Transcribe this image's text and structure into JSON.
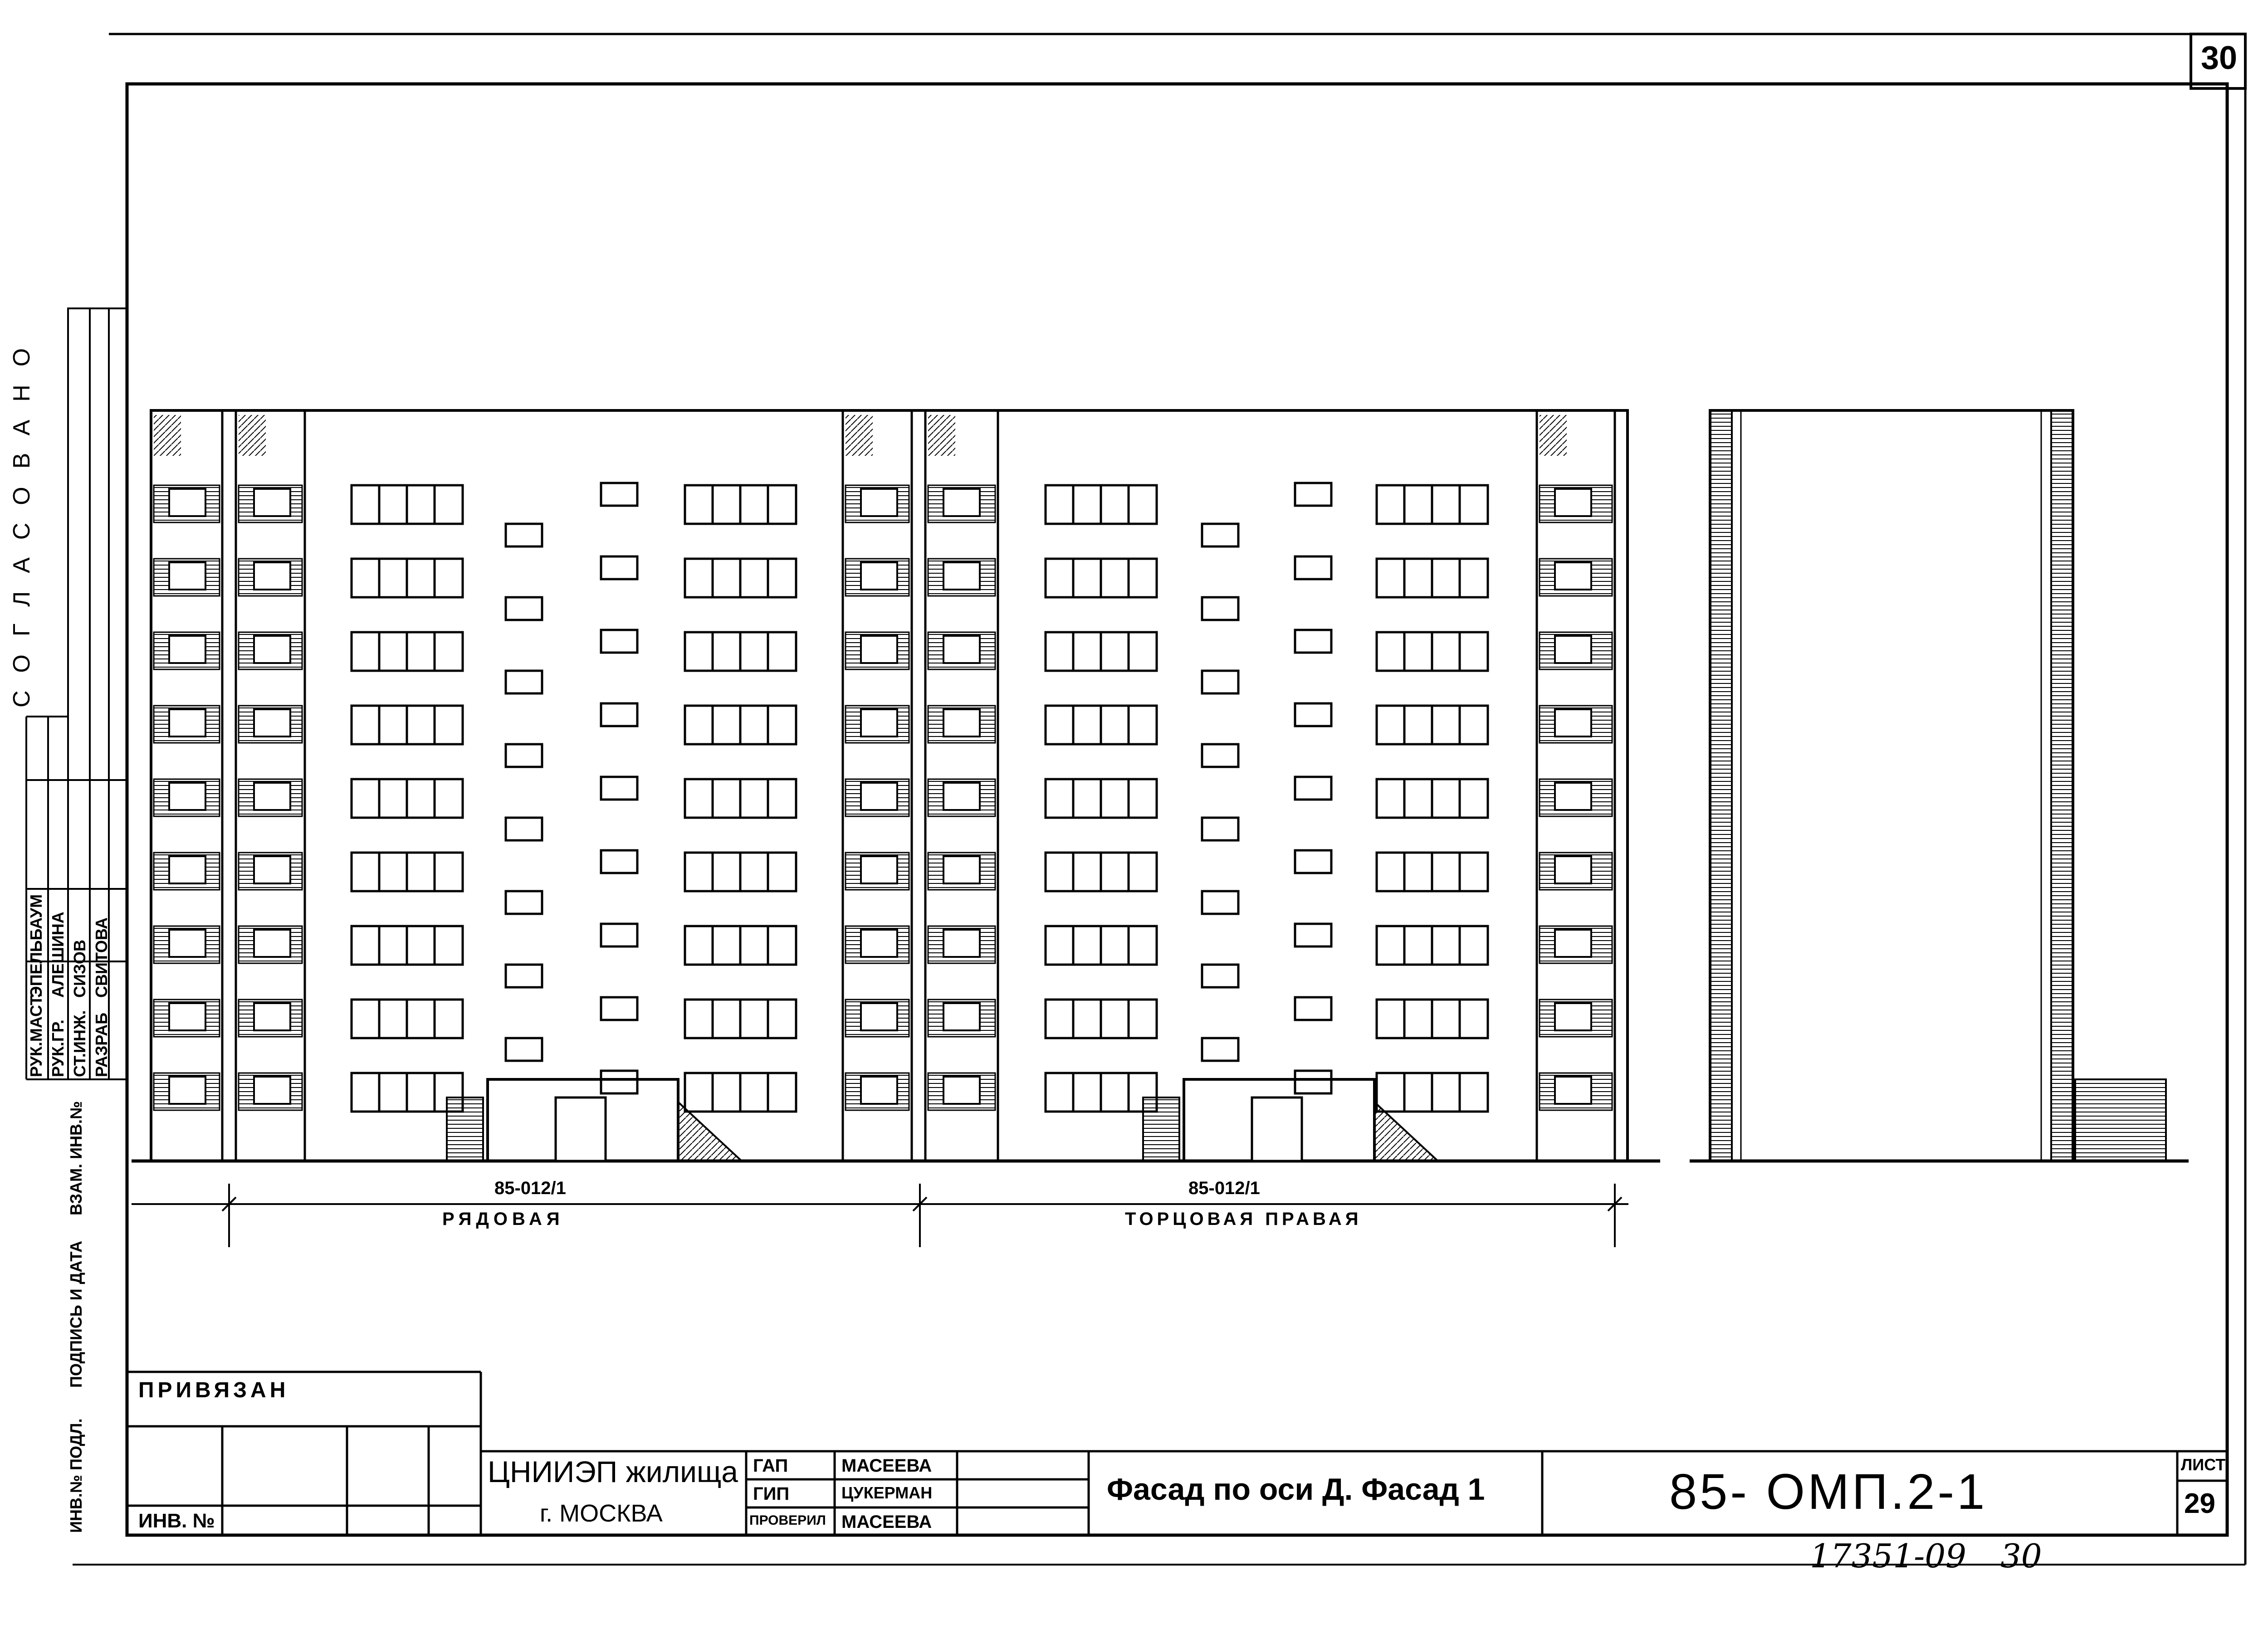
{
  "sheet_number_top": "30",
  "sheet": {
    "label": "ЛИСТ",
    "number": "29"
  },
  "stamp_vertical": "СОГЛАСОВАНО",
  "approvals": {
    "roles": [
      "РУК.МАСТ.",
      "РУК.ГР.",
      "СТ.ИНЖ.",
      "РАЗРАБ"
    ],
    "names": [
      "ЭПЕЛЬБАУМ",
      "АЛЕШИНА",
      "СИЗОВ",
      "СВИТОВА"
    ]
  },
  "side_table": {
    "inv_podl": "ИНВ.№ ПОДЛ.",
    "sign_date": "ПОДПИСЬ И ДАТА",
    "vzam": "ВЗАМ. ИНВ.№"
  },
  "facade": {
    "label_a_code": "85-012/1",
    "label_a_name": "РЯДОВАЯ",
    "label_b_code": "85-012/1",
    "label_b_name": "ТОРЦОВАЯ ПРАВАЯ"
  },
  "binding": {
    "title": "ПРИВЯЗАН",
    "inv": "ИНВ. №"
  },
  "org": {
    "line1": "ЦНИИЭП жилища",
    "line2": "г. МОСКВА"
  },
  "title_block": {
    "rows": [
      {
        "role": "ГАП",
        "name": "МАСЕЕВА"
      },
      {
        "role": "ГИП",
        "name": "ЦУКЕРМАН"
      },
      {
        "role": "ПРОВЕРИЛ",
        "name": "МАСЕЕВА"
      }
    ],
    "drawing_title": "Фасад по оси Д. Фасад 1",
    "doc_code": "85- ОМП.2-1"
  },
  "archive": {
    "number": "17351-09",
    "page": "30"
  }
}
